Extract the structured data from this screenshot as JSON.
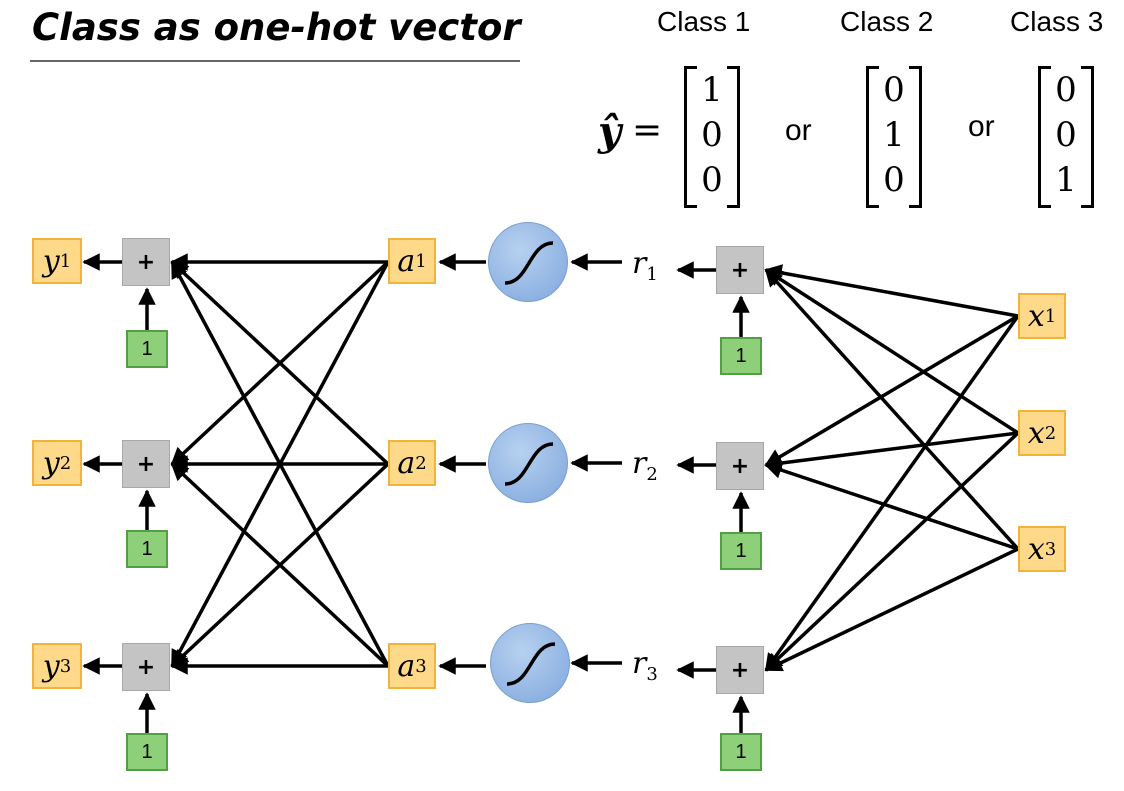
{
  "title": "Class as one-hot vector",
  "yhat_label": "ŷ",
  "equals": "=",
  "classes": [
    {
      "label": "Class 1",
      "vector": [
        "1",
        "0",
        "0"
      ]
    },
    {
      "label": "Class 2",
      "vector": [
        "0",
        "1",
        "0"
      ]
    },
    {
      "label": "Class 3",
      "vector": [
        "0",
        "0",
        "1"
      ]
    }
  ],
  "or_text": "or",
  "outputs": [
    {
      "var": "y",
      "sub": "1"
    },
    {
      "var": "y",
      "sub": "2"
    },
    {
      "var": "y",
      "sub": "3"
    }
  ],
  "activations": [
    {
      "var": "a",
      "sub": "1"
    },
    {
      "var": "a",
      "sub": "2"
    },
    {
      "var": "a",
      "sub": "3"
    }
  ],
  "pre_activations": [
    {
      "var": "r",
      "sub": "1"
    },
    {
      "var": "r",
      "sub": "2"
    },
    {
      "var": "r",
      "sub": "3"
    }
  ],
  "inputs": [
    {
      "var": "x",
      "sub": "1"
    },
    {
      "var": "x",
      "sub": "2"
    },
    {
      "var": "x",
      "sub": "3"
    }
  ],
  "sum_symbol": "+",
  "bias_value": "1",
  "colors": {
    "variable_fill": "#ffd98a",
    "bias_fill": "#8ed07a",
    "sum_fill": "#c4c4c4",
    "sigmoid_fill": "#9dbde8"
  }
}
